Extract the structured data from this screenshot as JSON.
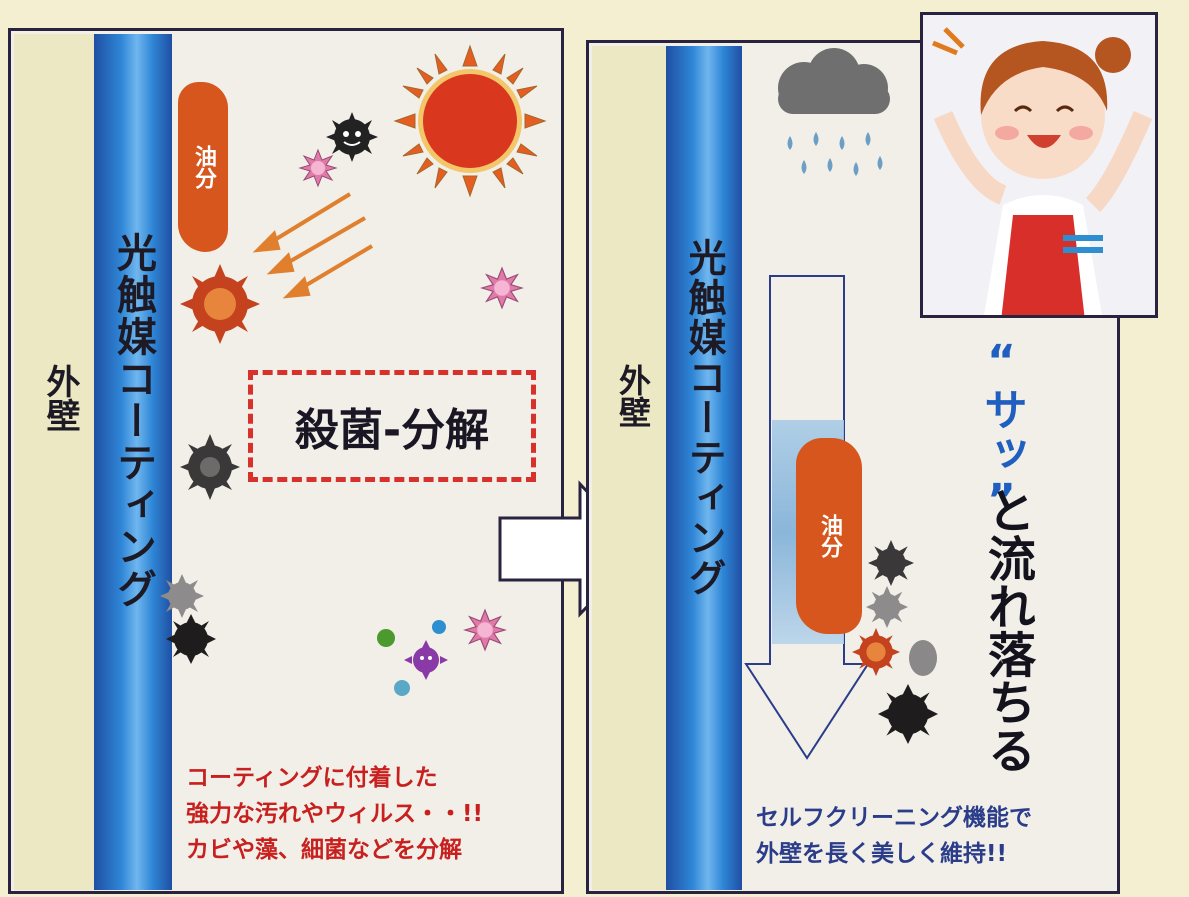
{
  "left_panel": {
    "wall_label": "外壁",
    "coating_label": "光触媒コーティング",
    "oil_label": "油分",
    "action_label": "殺菌-分解",
    "caption_lines": [
      "コーティングに付着した",
      "強力な汚れやウィルス・・!!",
      "カビや藻、細菌などを分解"
    ]
  },
  "right_panel": {
    "wall_label": "外壁",
    "coating_label": "光触媒コーティング",
    "oil_label": "油分",
    "onomatopoeia": "“サッ”",
    "flow_text": "と流れ落ちる",
    "caption_lines": [
      "セルフクリーニング機能で",
      "外壁を長く美しく維持!!"
    ]
  },
  "colors": {
    "accent_red": "#d8302a",
    "caption_red": "#c8201e",
    "caption_blue": "#2a3c8a",
    "coating_blue": "#2f86d6",
    "oil_orange": "#d6561d",
    "sun_red": "#d9381e"
  },
  "icons": [
    "sun-icon",
    "germ-icon",
    "rain-cloud-icon",
    "happy-woman-illustration",
    "transition-arrow-icon"
  ]
}
